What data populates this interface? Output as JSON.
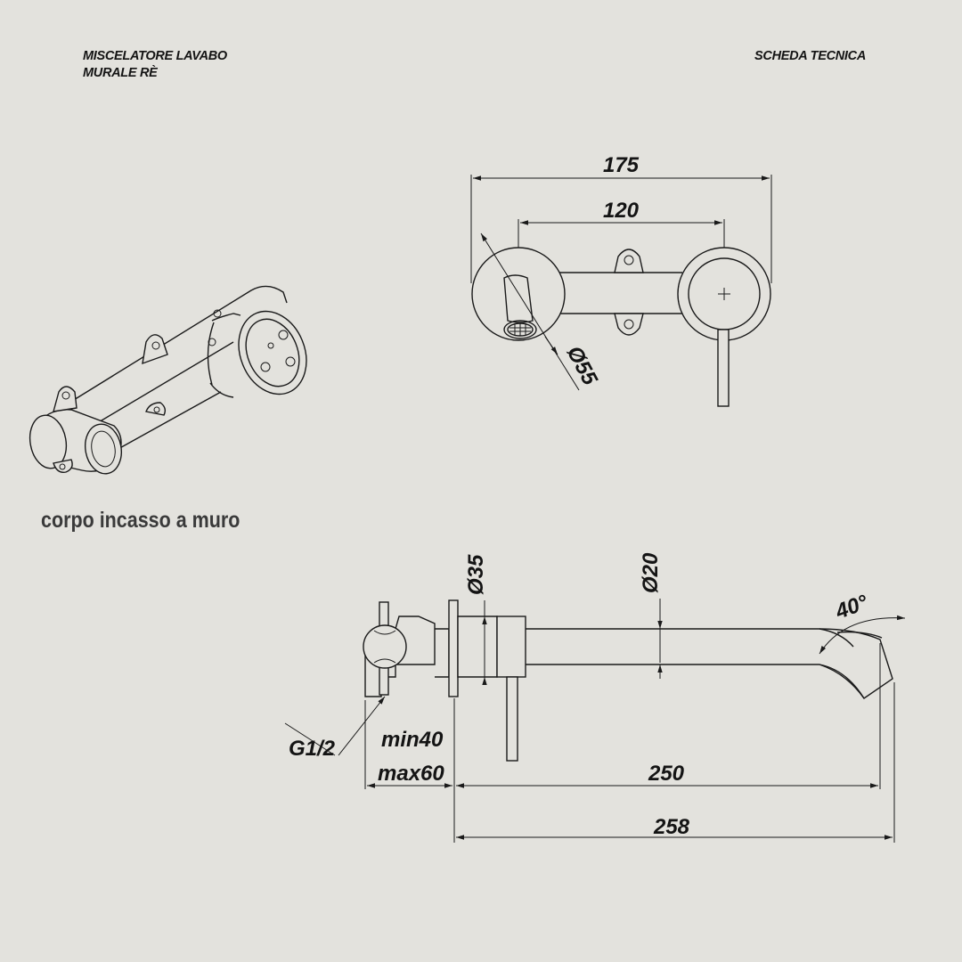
{
  "header": {
    "product_line1": "MISCELATORE LAVABO",
    "product_line2": "MURALE RÈ",
    "doc_type": "SCHEDA TECNICA"
  },
  "caption": "corpo incasso a muro",
  "dimensions": {
    "width_total": "175",
    "width_centers": "120",
    "rosette_diameter": "Ø55",
    "pipe_diameter_small": "Ø35",
    "spout_diameter": "Ø20",
    "spout_angle": "40°",
    "thread": "G1/2",
    "wall_min": "min40",
    "wall_max": "max60",
    "spout_length": "250",
    "overall_length": "258"
  }
}
